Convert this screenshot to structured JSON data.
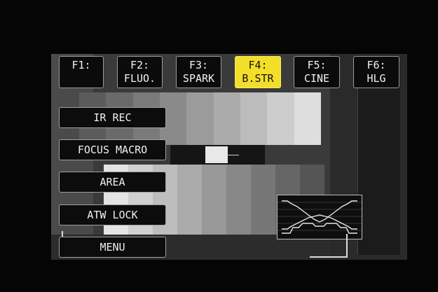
{
  "function_keys": [
    {
      "label": "F1:",
      "value": "",
      "active": false
    },
    {
      "label": "F2:",
      "value": "FLUO.",
      "active": false
    },
    {
      "label": "F3:",
      "value": "SPARK",
      "active": false
    },
    {
      "label": "F4:",
      "value": "B.STR",
      "active": true
    },
    {
      "label": "F5:",
      "value": "CINE",
      "active": false
    },
    {
      "label": "F6:",
      "value": "HLG",
      "active": false
    }
  ],
  "menu": {
    "ir_rec": "IR REC",
    "focus_macro": "FOCUS MACRO",
    "area": "AREA",
    "atw_lock": "ATW LOCK",
    "menu": "MENU"
  },
  "colors": {
    "active_key": "#f3df2a",
    "key_border": "#9a9a9a",
    "button_bg": "#0c0c0c"
  },
  "icons": {
    "waveform": "waveform-monitor-icon",
    "frame_marker": "frame-corner-marker"
  }
}
